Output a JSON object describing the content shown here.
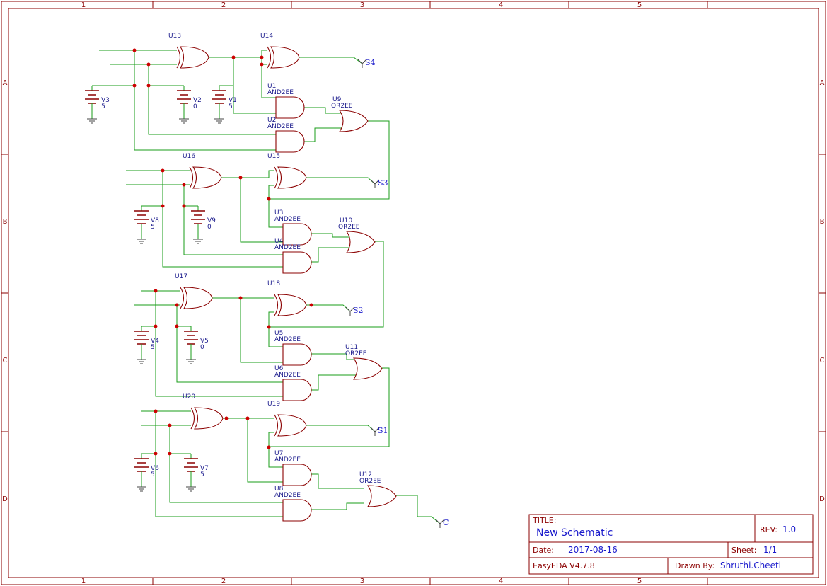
{
  "frame": {
    "columns": [
      "1",
      "2",
      "3",
      "4",
      "5"
    ],
    "rows": [
      "A",
      "B",
      "C",
      "D"
    ]
  },
  "title_block": {
    "title_label": "TITLE:",
    "title_value": "New Schematic",
    "rev_label": "REV:",
    "rev_value": "1.0",
    "date_label": "Date:",
    "date_value": "2017-08-16",
    "sheet_label": "Sheet:",
    "sheet_value": "1/1",
    "software": "EasyEDA V4.7.8",
    "drawn_label": "Drawn By:",
    "drawn_value": "Shruthi.Cheeti"
  },
  "xor_gates": [
    "U13",
    "U14",
    "U16",
    "U15",
    "U17",
    "U18",
    "U20",
    "U19"
  ],
  "and_gates": [
    {
      "ref": "U1",
      "type": "AND2EE"
    },
    {
      "ref": "U2",
      "type": "AND2EE"
    },
    {
      "ref": "U3",
      "type": "AND2EE"
    },
    {
      "ref": "U4",
      "type": "AND2EE"
    },
    {
      "ref": "U5",
      "type": "AND2EE"
    },
    {
      "ref": "U6",
      "type": "AND2EE"
    },
    {
      "ref": "U7",
      "type": "AND2EE"
    },
    {
      "ref": "U8",
      "type": "AND2EE"
    }
  ],
  "or_gates": [
    {
      "ref": "U9",
      "type": "OR2EE"
    },
    {
      "ref": "U10",
      "type": "OR2EE"
    },
    {
      "ref": "U11",
      "type": "OR2EE"
    },
    {
      "ref": "U12",
      "type": "OR2EE"
    }
  ],
  "batteries": [
    {
      "ref": "V3",
      "value": "5"
    },
    {
      "ref": "V2",
      "value": "0"
    },
    {
      "ref": "V1",
      "value": "5"
    },
    {
      "ref": "V8",
      "value": "5"
    },
    {
      "ref": "V9",
      "value": "0"
    },
    {
      "ref": "V4",
      "value": "5"
    },
    {
      "ref": "V5",
      "value": "0"
    },
    {
      "ref": "V6",
      "value": "5"
    },
    {
      "ref": "V7",
      "value": "5"
    }
  ],
  "outputs": [
    "S4",
    "S3",
    "S2",
    "S1",
    "C"
  ]
}
